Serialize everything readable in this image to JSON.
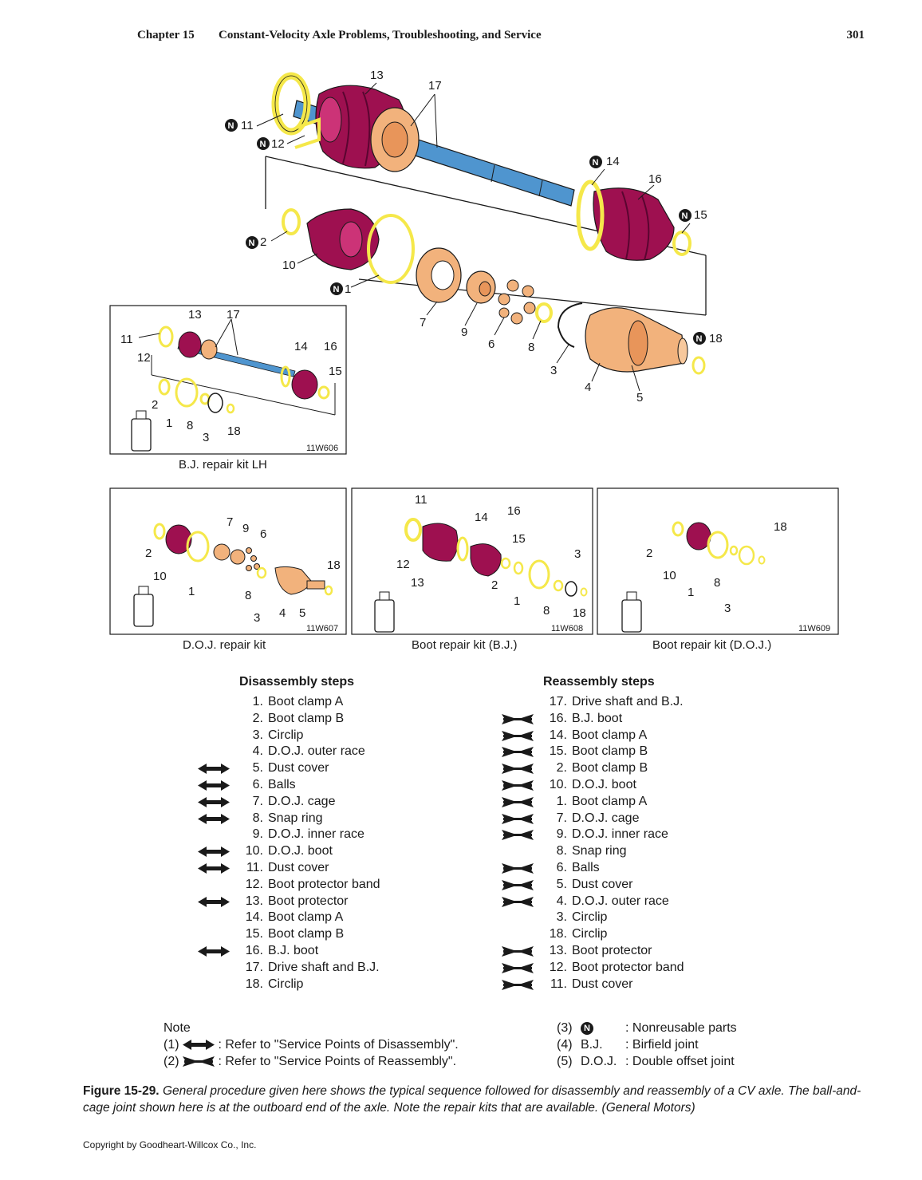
{
  "header": {
    "chapter": "Chapter 15",
    "title": "Constant-Velocity Axle Problems, Troubleshooting, and Service",
    "page_number": "301"
  },
  "figure": {
    "panel_codes": {
      "bj_lh": "11W606",
      "doj": "11W607",
      "boot_bj": "11W608",
      "boot_doj": "11W609"
    },
    "panel_captions": {
      "bj_lh": "B.J. repair kit LH",
      "doj": "D.O.J. repair kit",
      "boot_bj": "Boot repair kit (B.J.)",
      "boot_doj": "Boot repair kit (D.O.J.)"
    },
    "main_labels": {
      "l13": "13",
      "l17": "17",
      "l11": "11",
      "l12": "12",
      "l14": "14",
      "l16": "16",
      "l15": "15",
      "l2": "2",
      "l10": "10",
      "l1": "1",
      "l7": "7",
      "l9": "9",
      "l6": "6",
      "l8": "8",
      "l18": "18",
      "l3": "3",
      "l4": "4",
      "l5": "5"
    },
    "nonreusable_symbol": "N",
    "colors": {
      "boot": "#9e1050",
      "clamp": "#f5e84a",
      "shaft": "#4f95cf",
      "race": "#f2b27c",
      "ink": "#1a1a1a"
    }
  },
  "disassembly": {
    "title": "Disassembly steps",
    "items": [
      {
        "num": "1.",
        "label": "Boot clamp A",
        "mark": false
      },
      {
        "num": "2.",
        "label": "Boot clamp B",
        "mark": false
      },
      {
        "num": "3.",
        "label": "Circlip",
        "mark": false
      },
      {
        "num": "4.",
        "label": "D.O.J. outer race",
        "mark": false
      },
      {
        "num": "5.",
        "label": "Dust cover",
        "mark": true
      },
      {
        "num": "6.",
        "label": "Balls",
        "mark": true
      },
      {
        "num": "7.",
        "label": "D.O.J. cage",
        "mark": true
      },
      {
        "num": "8.",
        "label": "Snap ring",
        "mark": true
      },
      {
        "num": "9.",
        "label": "D.O.J. inner race",
        "mark": false
      },
      {
        "num": "10.",
        "label": "D.O.J. boot",
        "mark": true
      },
      {
        "num": "11.",
        "label": "Dust cover",
        "mark": true
      },
      {
        "num": "12.",
        "label": "Boot protector band",
        "mark": false
      },
      {
        "num": "13.",
        "label": "Boot protector",
        "mark": true
      },
      {
        "num": "14.",
        "label": "Boot clamp A",
        "mark": false
      },
      {
        "num": "15.",
        "label": "Boot clamp B",
        "mark": false
      },
      {
        "num": "16.",
        "label": "B.J. boot",
        "mark": true
      },
      {
        "num": "17.",
        "label": "Drive shaft and B.J.",
        "mark": false
      },
      {
        "num": "18.",
        "label": "Circlip",
        "mark": false
      }
    ]
  },
  "reassembly": {
    "title": "Reassembly steps",
    "items": [
      {
        "num": "17.",
        "label": "Drive shaft and B.J.",
        "mark": false
      },
      {
        "num": "16.",
        "label": "B.J. boot",
        "mark": true
      },
      {
        "num": "14.",
        "label": "Boot clamp A",
        "mark": true
      },
      {
        "num": "15.",
        "label": "Boot clamp B",
        "mark": true
      },
      {
        "num": "2.",
        "label": "Boot clamp B",
        "mark": true
      },
      {
        "num": "10.",
        "label": "D.O.J. boot",
        "mark": true
      },
      {
        "num": "1.",
        "label": "Boot clamp A",
        "mark": true
      },
      {
        "num": "7.",
        "label": "D.O.J. cage",
        "mark": true
      },
      {
        "num": "9.",
        "label": "D.O.J. inner race",
        "mark": true
      },
      {
        "num": "8.",
        "label": "Snap ring",
        "mark": false
      },
      {
        "num": "6.",
        "label": "Balls",
        "mark": true
      },
      {
        "num": "5.",
        "label": "Dust cover",
        "mark": true
      },
      {
        "num": "4.",
        "label": "D.O.J. outer race",
        "mark": true
      },
      {
        "num": "3.",
        "label": "Circlip",
        "mark": false
      },
      {
        "num": "18.",
        "label": "Circlip",
        "mark": false
      },
      {
        "num": "13.",
        "label": "Boot protector",
        "mark": true
      },
      {
        "num": "12.",
        "label": "Boot protector band",
        "mark": true
      },
      {
        "num": "11.",
        "label": "Dust cover",
        "mark": true
      }
    ]
  },
  "note": {
    "title": "Note",
    "n1": "(1)",
    "n1_text": ": Refer to \"Service Points of Disassembly\".",
    "n2": "(2)",
    "n2_text": ": Refer to \"Service Points of Reassembly\".",
    "n3": "(3)",
    "n3_text": ": Nonreusable parts",
    "n4": "(4)",
    "n4_abbr": "B.J.",
    "n4_text": ": Birfield joint",
    "n5": "(5)",
    "n5_abbr": "D.O.J.",
    "n5_text": ": Double offset joint"
  },
  "caption": {
    "label": "Figure 15-29.",
    "text": "General procedure given here shows the typical sequence followed for disassembly and reassembly of a CV axle. The ball-and-cage joint shown here is at the outboard end of the axle. Note the repair kits that are available. (General Motors)"
  },
  "copyright": "Copyright by Goodheart-Willcox Co., Inc."
}
